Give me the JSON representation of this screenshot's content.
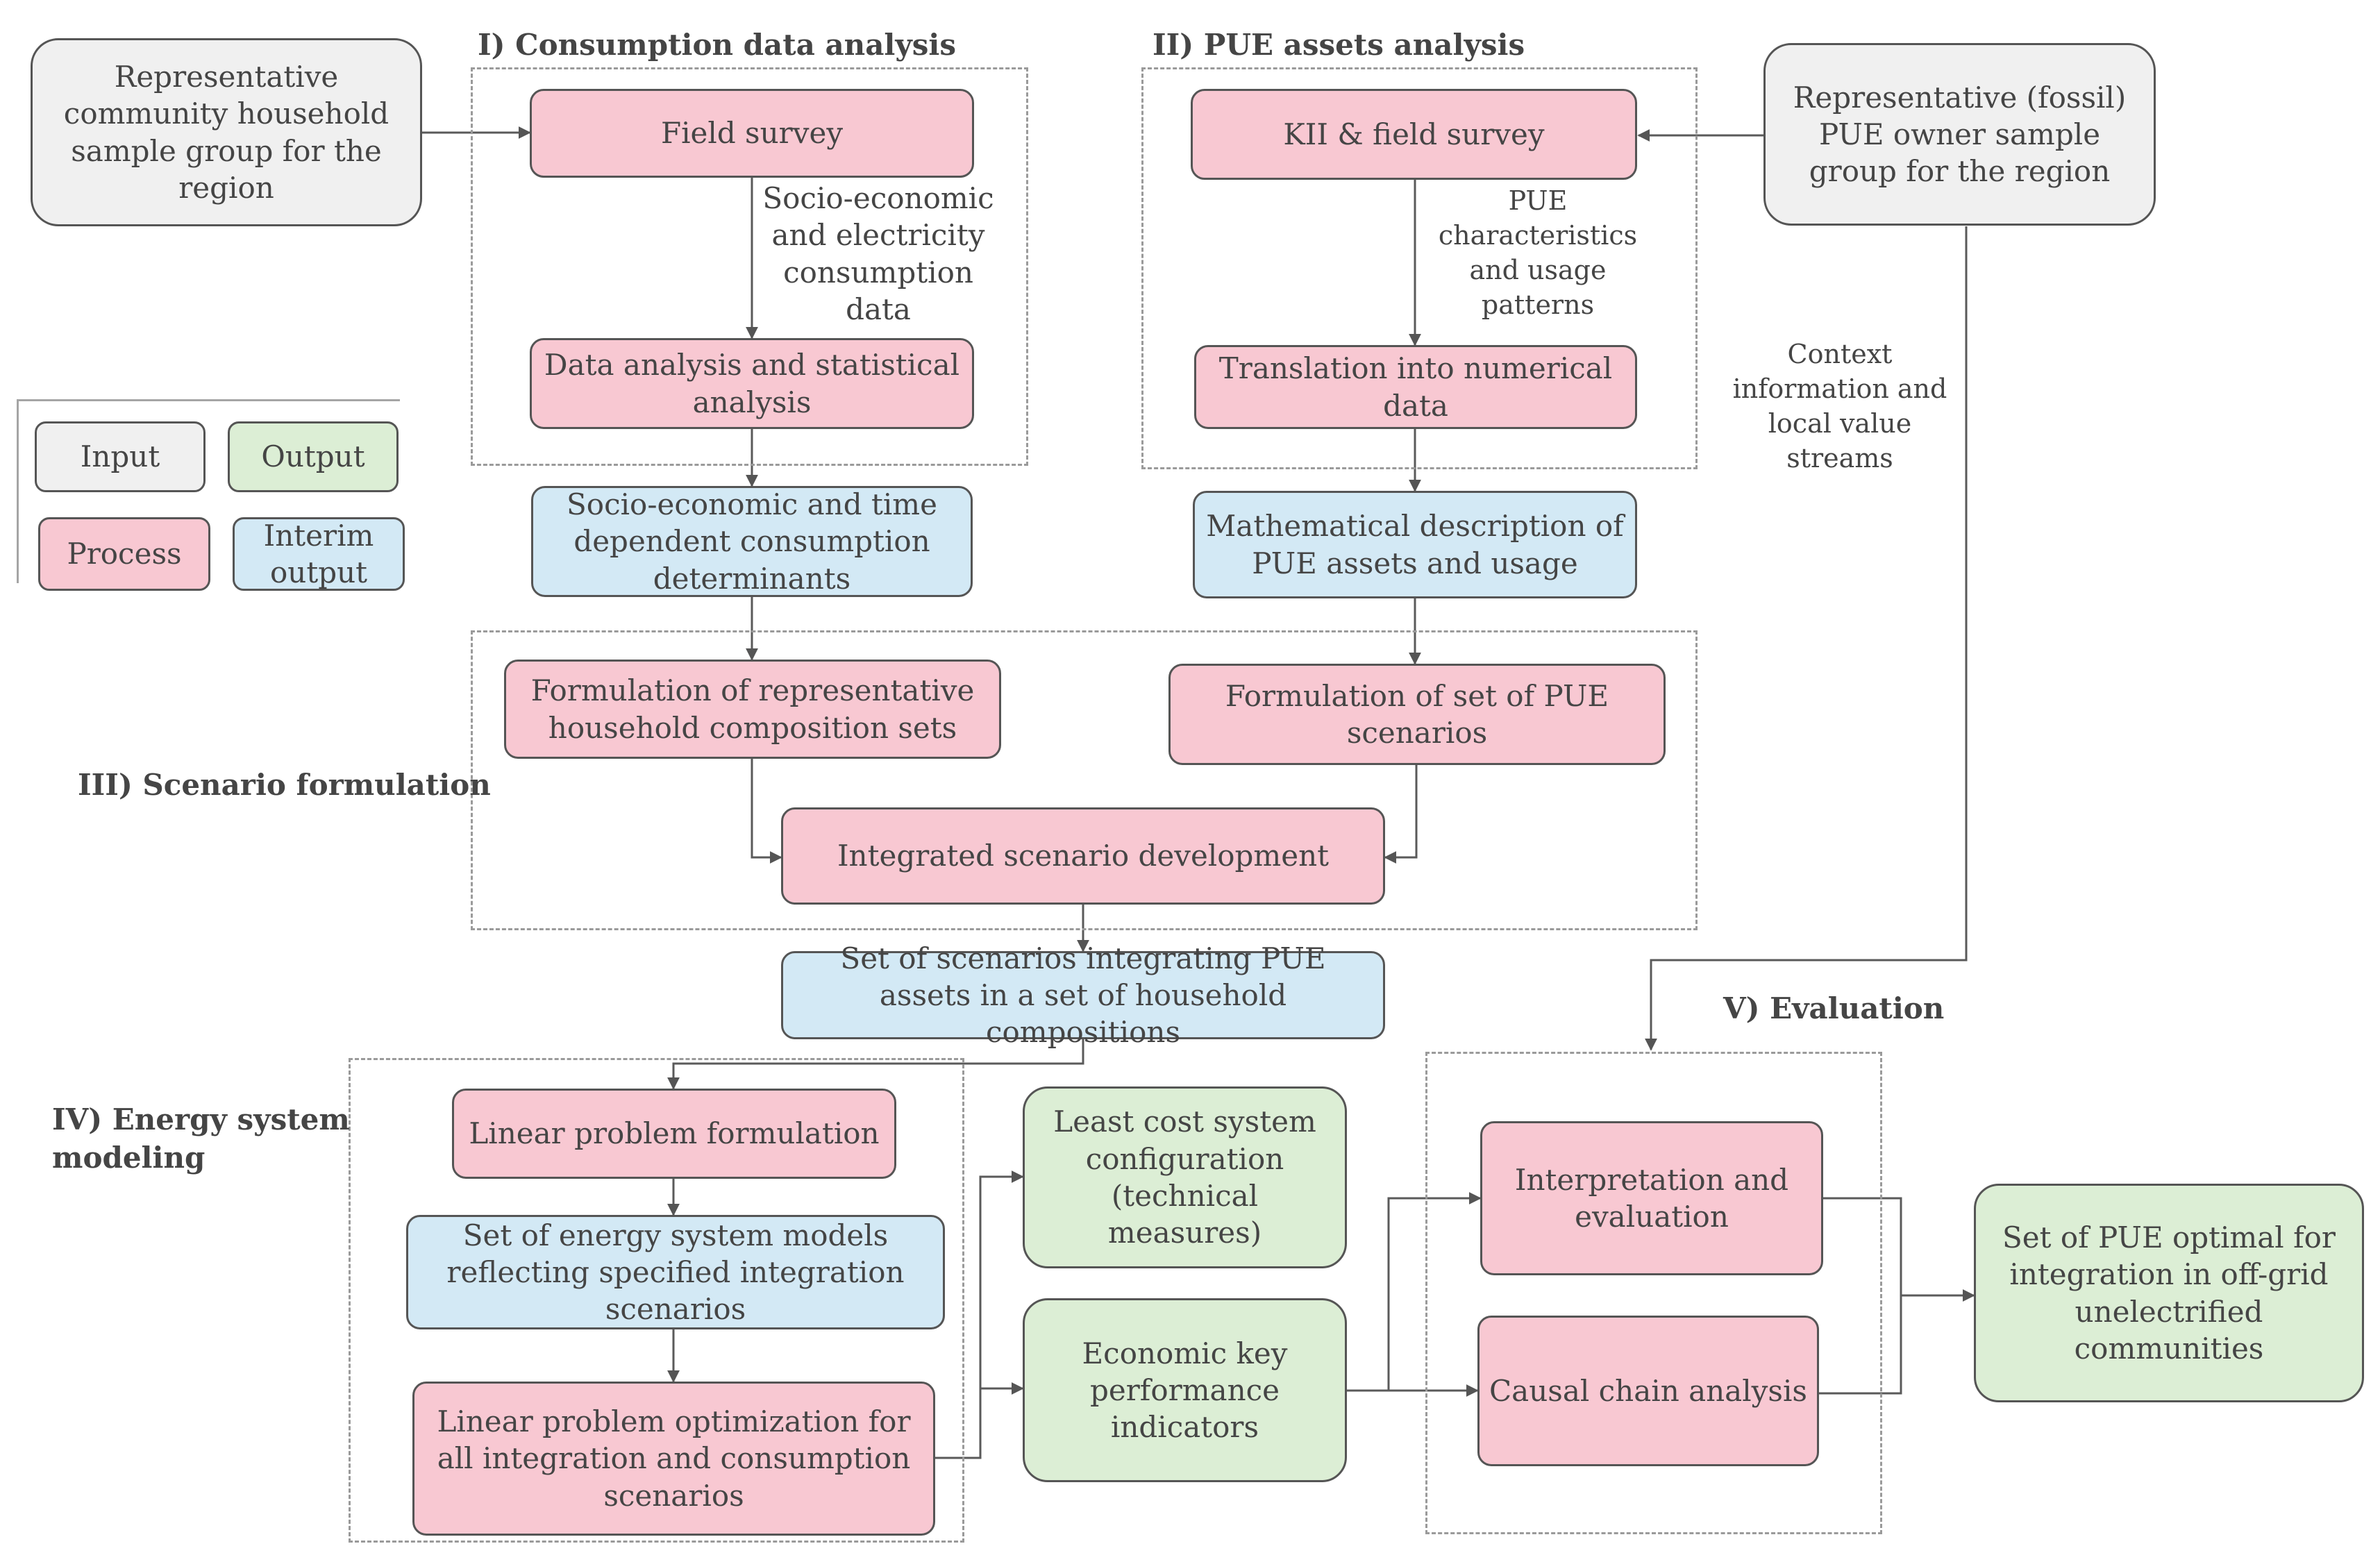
{
  "sections": {
    "consumption": "I) Consumption data analysis",
    "pue": "II) PUE assets analysis",
    "scenario": "III) Scenario formulation",
    "energy": "IV) Energy system\nmodeling",
    "evaluation": "V) Evaluation"
  },
  "inputs": {
    "household_sample": "Representative community household sample group for the region",
    "pue_owner_sample": "Representative (fossil) PUE owner sample group for the region"
  },
  "consumption": {
    "field_survey": "Field survey",
    "survey_note": "Socio-economic\nand electricity\nconsumption\ndata",
    "data_analysis": "Data analysis and statistical analysis",
    "determinants": "Socio-economic and time dependent consumption determinants"
  },
  "pue": {
    "kii_survey": "KII & field survey",
    "kii_note": "PUE\ncharacteristics\nand usage\npatterns",
    "translation": "Translation into numerical data",
    "math_description": "Mathematical description of PUE assets and usage"
  },
  "context_note": "Context\ninformation and\nlocal value\nstreams",
  "legend": {
    "input": "Input",
    "output": "Output",
    "process": "Process",
    "interim": "Interim output"
  },
  "scenario": {
    "household_sets": "Formulation of representative household composition sets",
    "pue_scenarios": "Formulation of set of PUE scenarios",
    "integrated": "Integrated scenario development",
    "scenario_set": "Set of scenarios integrating PUE assets in a set of household compositions"
  },
  "energy": {
    "lp_formulation": "Linear problem formulation",
    "models": "Set of energy system models reflecting specified integration scenarios",
    "lp_optimization": "Linear problem optimization for all integration and consumption scenarios"
  },
  "outputs": {
    "least_cost": "Least cost system configuration (technical measures)",
    "economic_kpi": "Economic key performance indicators",
    "final": "Set of PUE optimal for integration in off-grid unelectrified communities"
  },
  "evaluation": {
    "interpretation": "Interpretation and evaluation",
    "causal_chain": "Causal chain analysis"
  }
}
